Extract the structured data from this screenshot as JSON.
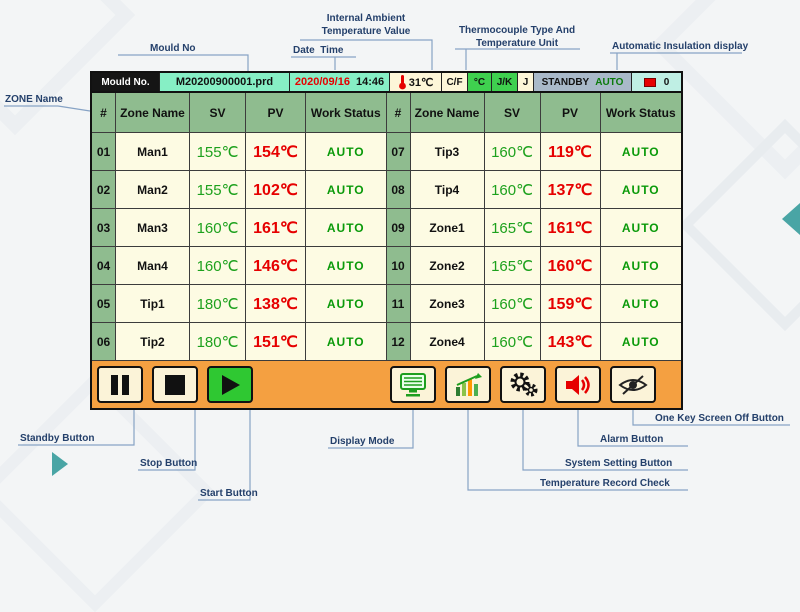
{
  "screen": {
    "topbar": {
      "mould_label": "Mould No.",
      "mould_value": "M20200900001.prd",
      "date": "2020/09/16",
      "time": "14:46",
      "ambient_temp": "31℃",
      "btn_cf": "C/F",
      "btn_unit": "°C",
      "btn_jk": "J/K",
      "btn_j": "J",
      "standby_label": "STANDBY",
      "auto_label": "AUTO",
      "alarm_count": "0"
    },
    "table": {
      "headers": {
        "num": "#",
        "zone": "Zone Name",
        "sv": "SV",
        "pv": "PV",
        "status": "Work Status"
      },
      "left": [
        {
          "num": "01",
          "name": "Man1",
          "sv": "155℃",
          "pv": "154℃",
          "status": "AUTO"
        },
        {
          "num": "02",
          "name": "Man2",
          "sv": "155℃",
          "pv": "102℃",
          "status": "AUTO"
        },
        {
          "num": "03",
          "name": "Man3",
          "sv": "160℃",
          "pv": "161℃",
          "status": "AUTO"
        },
        {
          "num": "04",
          "name": "Man4",
          "sv": "160℃",
          "pv": "146℃",
          "status": "AUTO"
        },
        {
          "num": "05",
          "name": "Tip1",
          "sv": "180℃",
          "pv": "138℃",
          "status": "AUTO"
        },
        {
          "num": "06",
          "name": "Tip2",
          "sv": "180℃",
          "pv": "151℃",
          "status": "AUTO"
        }
      ],
      "right": [
        {
          "num": "07",
          "name": "Tip3",
          "sv": "160℃",
          "pv": "119℃",
          "status": "AUTO"
        },
        {
          "num": "08",
          "name": "Tip4",
          "sv": "160℃",
          "pv": "137℃",
          "status": "AUTO"
        },
        {
          "num": "09",
          "name": "Zone1",
          "sv": "165℃",
          "pv": "161℃",
          "status": "AUTO"
        },
        {
          "num": "10",
          "name": "Zone2",
          "sv": "165℃",
          "pv": "160℃",
          "status": "AUTO"
        },
        {
          "num": "11",
          "name": "Zone3",
          "sv": "160℃",
          "pv": "159℃",
          "status": "AUTO"
        },
        {
          "num": "12",
          "name": "Zone4",
          "sv": "160℃",
          "pv": "143℃",
          "status": "AUTO"
        }
      ]
    },
    "colors": {
      "header_green": "#8fbc8f",
      "cell_cream": "#fdfbe3",
      "sv_green": "#1da11d",
      "pv_red": "#e60000",
      "status_green": "#0a9a0a",
      "toolbar_orange": "#f4a041",
      "start_green": "#2fc832"
    }
  },
  "callouts": {
    "mould_no": "Mould No",
    "ambient": "Internal Ambient\nTemperature Value",
    "date_time": "Date  Time",
    "thermocouple": "Thermocouple Type And\nTemperature Unit",
    "insulation": "Automatic Insulation display",
    "zone_name": "ZONE Name",
    "standby_btn": "Standby Button",
    "stop_btn": "Stop Button",
    "start_btn": "Start Button",
    "display_mode": "Display Mode",
    "temp_record": "Temperature Record Check",
    "system_setting": "System Setting Button",
    "alarm_btn": "Alarm Button",
    "screen_off": "One Key Screen Off Button"
  }
}
